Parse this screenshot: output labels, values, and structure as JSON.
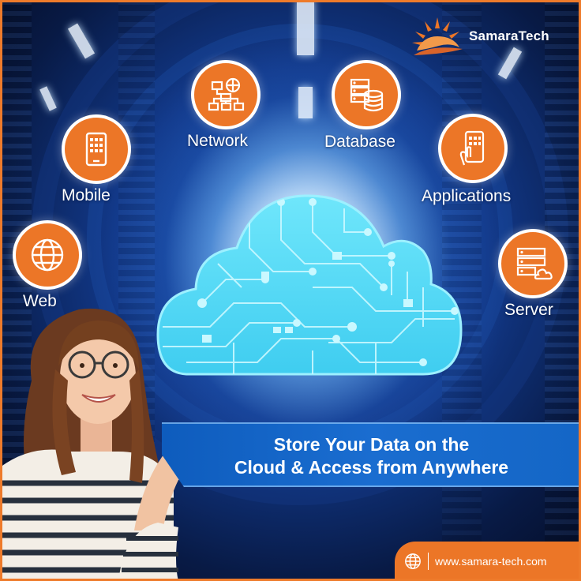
{
  "brand": {
    "name": "SamaraTech",
    "website": "www.samara-tech.com",
    "accent": "#ec7627",
    "primary": "#0e5cbd"
  },
  "nodes": [
    {
      "label": "Web",
      "icon": "globe-icon"
    },
    {
      "label": "Mobile",
      "icon": "mobile-app-icon"
    },
    {
      "label": "Network",
      "icon": "network-icon"
    },
    {
      "label": "Database",
      "icon": "database-icon"
    },
    {
      "label": "Applications",
      "icon": "applications-icon"
    },
    {
      "label": "Server",
      "icon": "server-icon"
    }
  ],
  "headline": {
    "line1_a": "Store ",
    "line1_b": "Your Data",
    "line1_c": " on the",
    "line2": "Cloud & Access from Anywhere"
  }
}
